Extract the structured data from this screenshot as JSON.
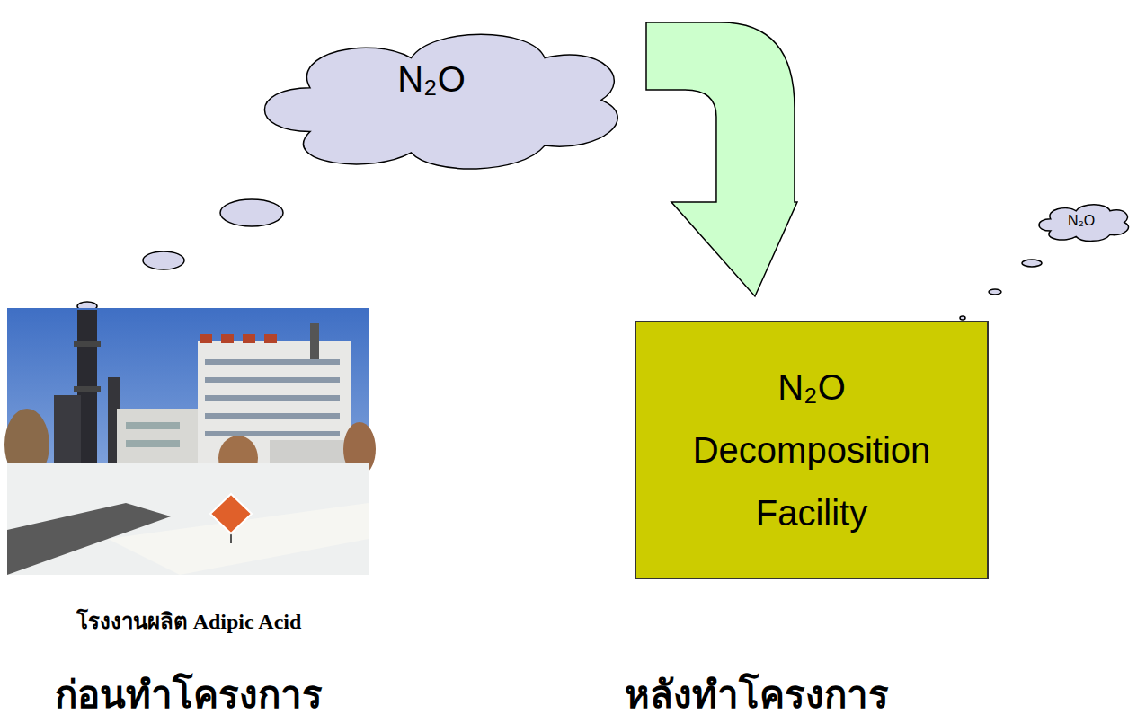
{
  "diagram": {
    "nodes": [
      {
        "text": [
          "N₂O"
        ]
      },
      {
        "text": [
          "N₂O Decomposition Facility"
        ]
      },
      {
        "text": [
          "N₂O"
        ]
      }
    ],
    "edges": [
      {
        "from": 0,
        "to": 1,
        "arrow": "to"
      }
    ],
    "labels": [
      "โรงงานผลิต Adipic Acid",
      "ก่อนทำโครงการ",
      "หลังทำโครงการ"
    ]
  }
}
